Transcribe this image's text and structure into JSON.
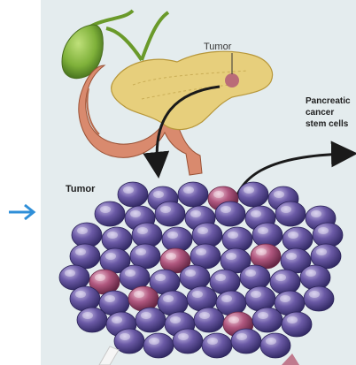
{
  "labels": {
    "tumor_top": "Tumor",
    "tumor_left": "Tumor",
    "pancreatic_cancer_stem_cells": "Pancreatic\ncancer\nstem cells"
  },
  "colors": {
    "background": "#e4ecee",
    "gallbladder": "#7fb13a",
    "pancreas": "#e7cf7c",
    "duodenum": "#d98a6e",
    "tumor_cell": "#5b4a94",
    "stem_cell": "#a24d72",
    "arrow": "#1a1a1a",
    "blue_arrow": "#2f8fd8"
  },
  "icons": {
    "left_pointer": "chevron-right-icon"
  }
}
